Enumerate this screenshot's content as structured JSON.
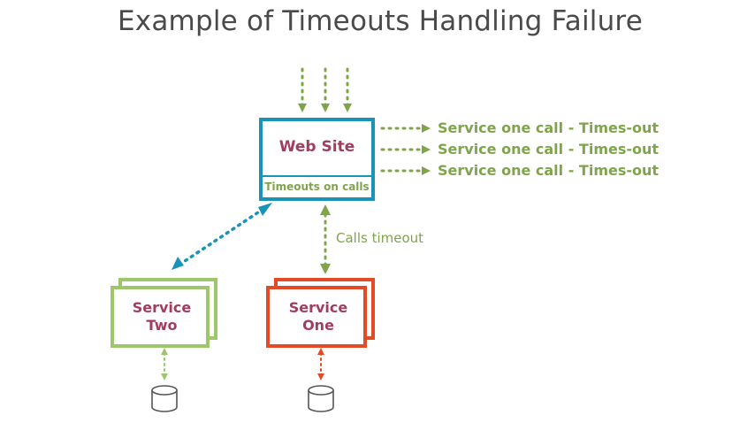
{
  "title": "Example of Timeouts Handling Failure",
  "web_site": {
    "name": "Web Site",
    "footer": "Timeouts on calls"
  },
  "timeout_calls": [
    "Service one call - Times-out",
    "Service one call - Times-out",
    "Service one call - Times-out"
  ],
  "calls_timeout_label": "Calls timeout",
  "service_two": {
    "line1": "Service",
    "line2": "Two"
  },
  "service_one": {
    "line1": "Service",
    "line2": "One"
  },
  "colors": {
    "title": "#4a4a4a",
    "web_site_border": "#1a93b8",
    "service_label": "#a33d5e",
    "green": "#7fa54a",
    "light_green": "#9ec66a",
    "red": "#e24b26",
    "teal_arrow": "#1a93b8",
    "database": "#555555"
  }
}
